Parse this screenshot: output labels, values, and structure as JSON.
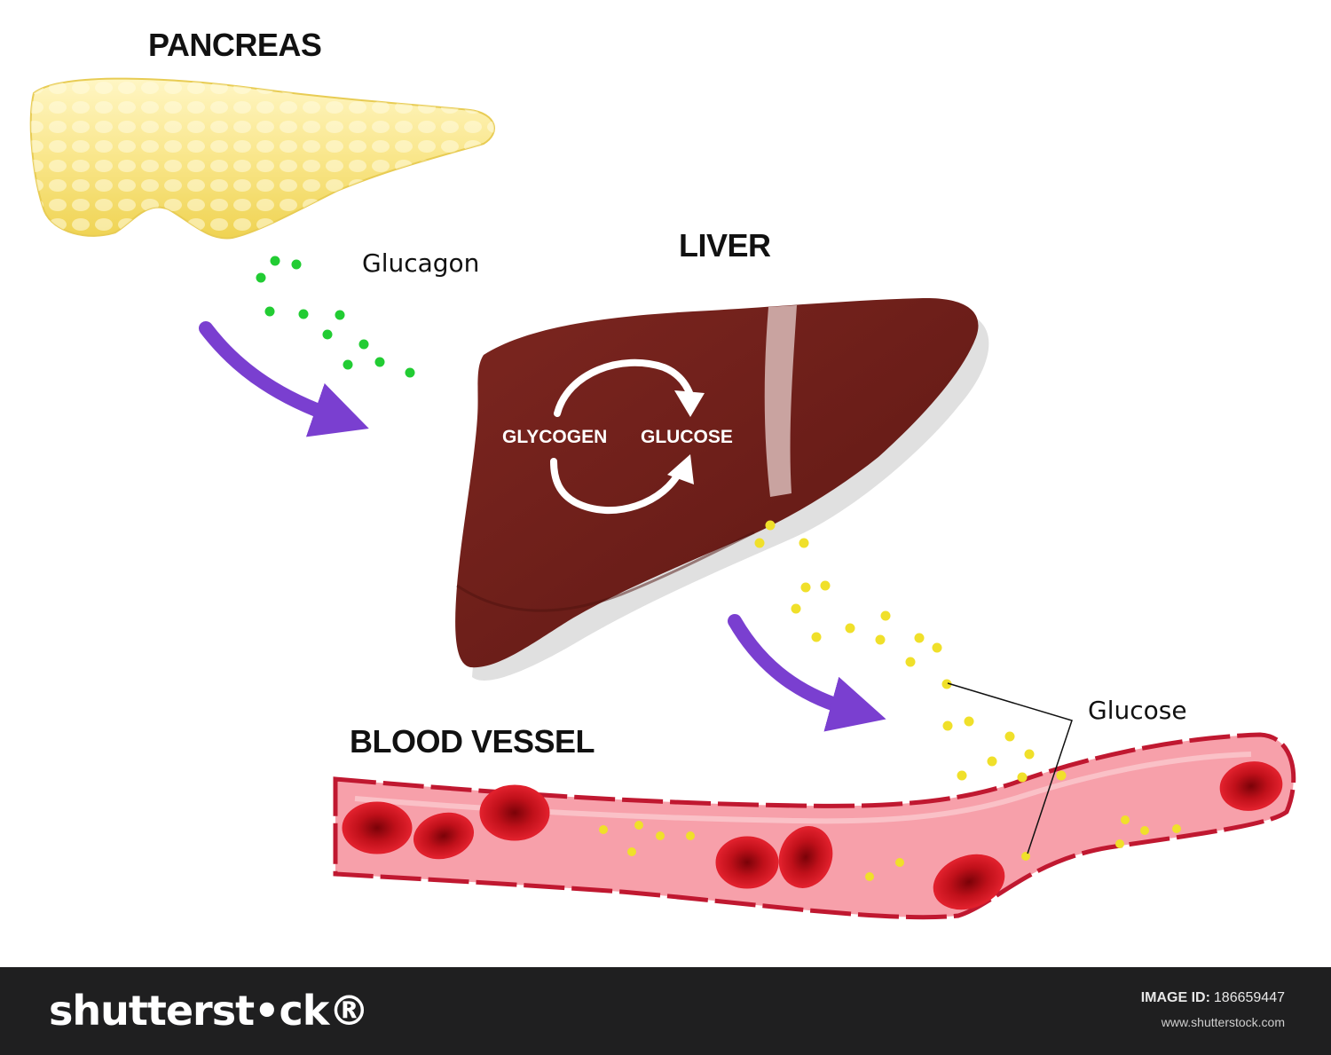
{
  "labels": {
    "pancreas": "PANCREAS",
    "liver": "LIVER",
    "blood_vessel": "BLOOD VESSEL",
    "glucagon": "Glucagon",
    "glucose": "Glucose"
  },
  "cycle": {
    "left": "GLYCOGEN",
    "right": "GLUCOSE"
  },
  "colors": {
    "pancreas": "#f7e27a",
    "liver": "#6b1d18",
    "vessel": "#f5909a",
    "vessel_wall": "#c01830",
    "red_cell": "#c8101c",
    "glucagon_dot": "#22cc33",
    "glucose_dot": "#f0e02a",
    "arrow": "#7a3fd0"
  },
  "footer": {
    "brand": "shutterst•ck®",
    "image_id_label": "IMAGE ID:",
    "image_id_value": "186659447",
    "site": "www.shutterstock.com"
  }
}
